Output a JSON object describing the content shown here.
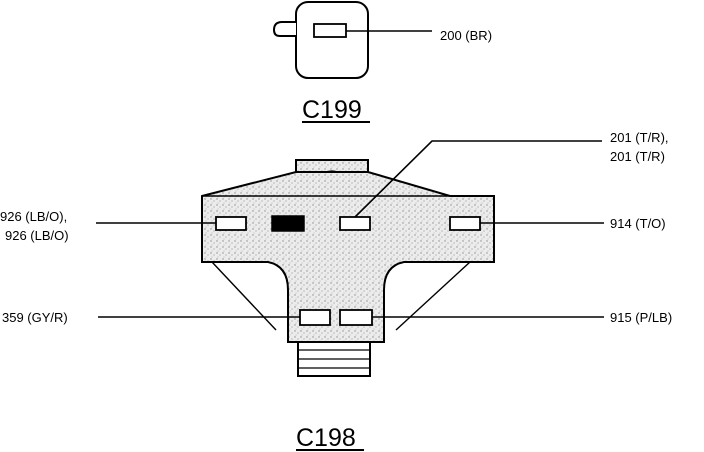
{
  "connectors": {
    "c199": {
      "name": "C199",
      "pins": [
        {
          "label": "200 (BR)"
        }
      ]
    },
    "c198": {
      "name": "C198",
      "pins": [
        {
          "label_lines": [
            "201 (T/R),",
            "201 (T/R)"
          ]
        },
        {
          "label_lines": [
            "926 (LB/O),",
            "926 (LB/O)"
          ]
        },
        {
          "label": "914 (T/O)"
        },
        {
          "label": "359 (GY/R)"
        },
        {
          "label": "915 (P/LB)"
        }
      ]
    }
  }
}
